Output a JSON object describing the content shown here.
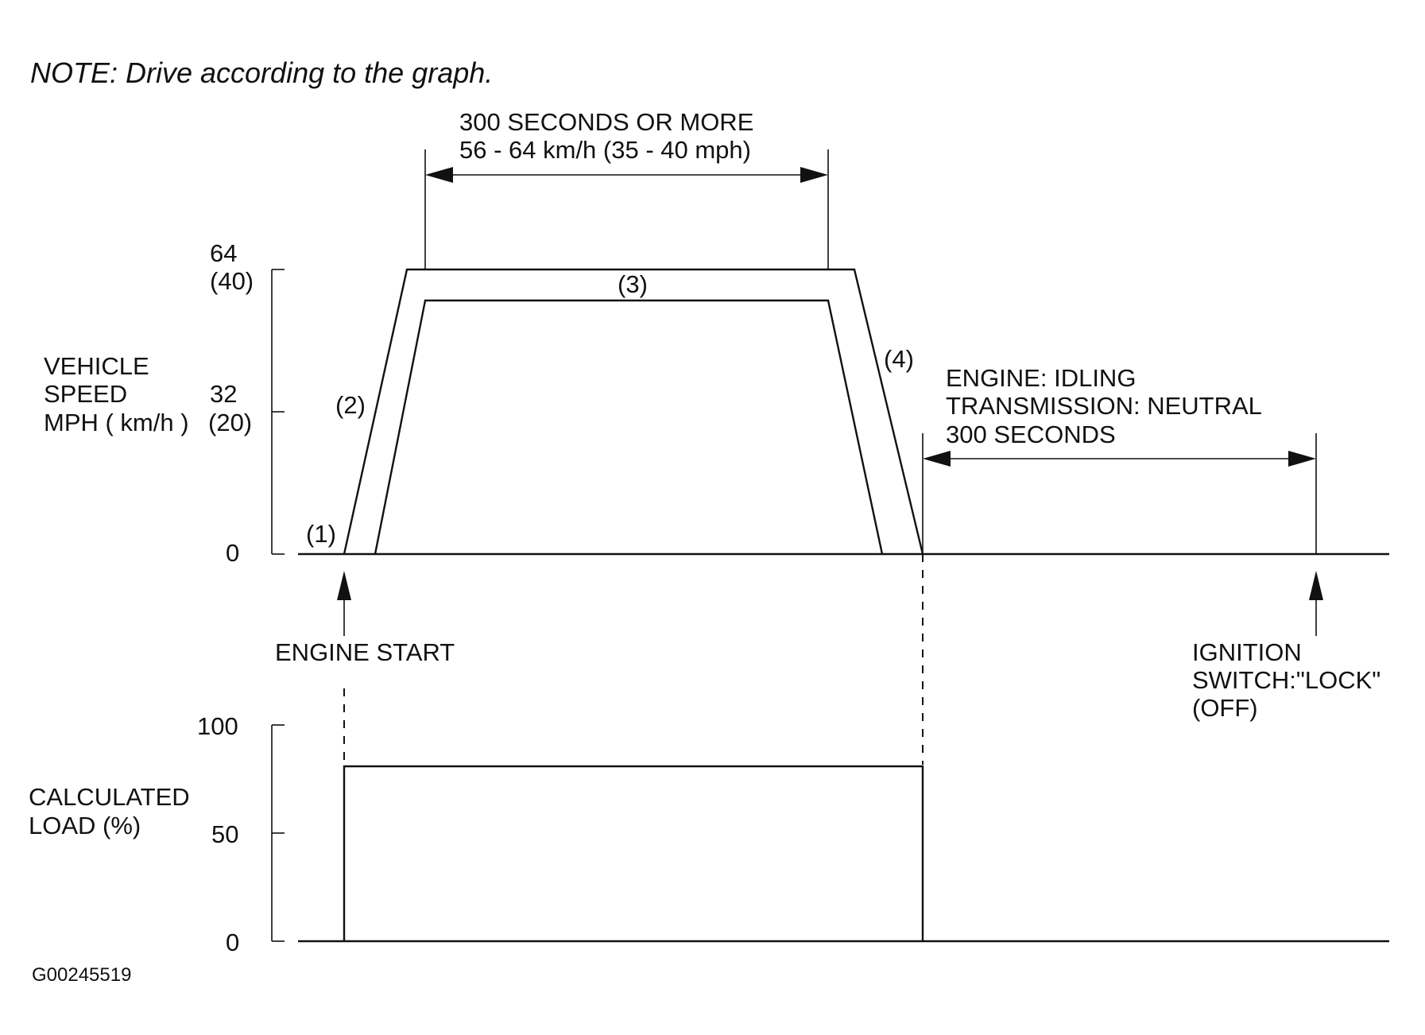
{
  "note": "NOTE: Drive according to the graph.",
  "figure_id": "G00245519",
  "speed_chart": {
    "axis_label_lines": [
      "VEHICLE",
      "SPEED",
      "MPH ( km/h )"
    ],
    "ticks": [
      {
        "top": "64",
        "bottom": "(40)"
      },
      {
        "top": "32",
        "bottom": "(20)"
      },
      {
        "top": "",
        "bottom": "0"
      }
    ],
    "cruise_note_lines": [
      "300 SECONDS OR MORE",
      "56 - 64 km/h (35 - 40 mph)"
    ],
    "steps": [
      "(1)",
      "(2)",
      "(3)",
      "(4)"
    ],
    "idle_note_lines": [
      "ENGINE: IDLING",
      "TRANSMISSION: NEUTRAL",
      "300 SECONDS"
    ],
    "engine_start": "ENGINE START",
    "ignition_lines": [
      "IGNITION",
      "SWITCH:\"LOCK\"",
      "(OFF)"
    ]
  },
  "load_chart": {
    "axis_label_lines": [
      "CALCULATED",
      "LOAD (%)"
    ],
    "ticks": [
      "100",
      "50",
      "0"
    ]
  }
}
